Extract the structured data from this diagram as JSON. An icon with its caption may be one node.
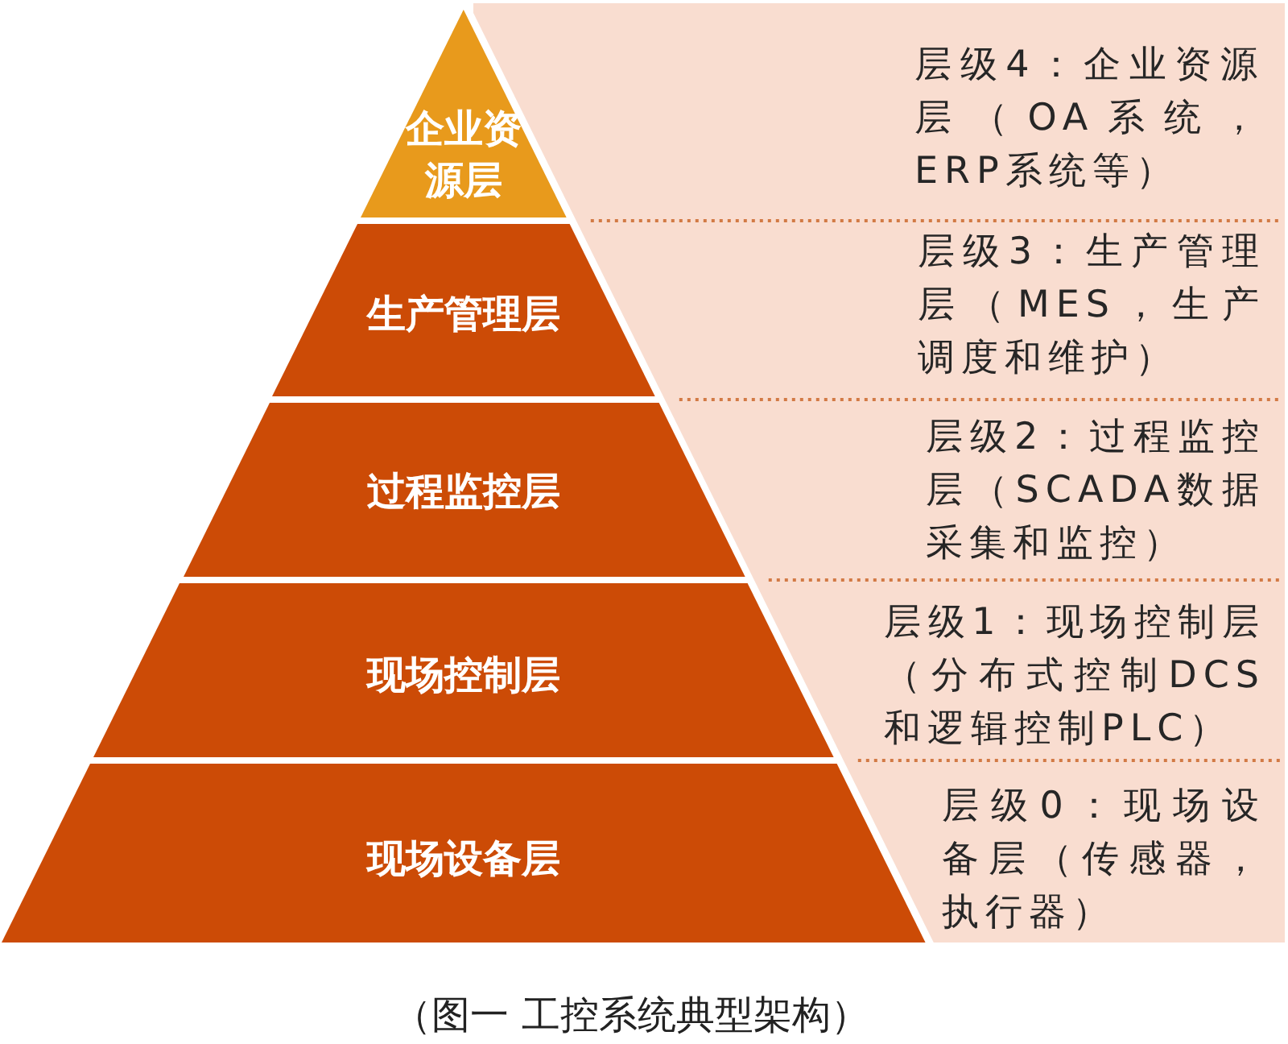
{
  "diagram": {
    "caption": "（图一 工控系统典型架构）",
    "nodes": [
      {
        "text": [
          "企业资源层"
        ]
      },
      {
        "text": [
          "生产管理层"
        ]
      },
      {
        "text": [
          "过程监控层"
        ]
      },
      {
        "text": [
          "现场控制层"
        ]
      },
      {
        "text": [
          "现场设备层"
        ]
      }
    ],
    "labels": [
      "层级4：企业资源层（OA系统，ERP系统等）",
      "层级3：生产管理层（MES，生产调度和维护）",
      "层级2：过程监控层（SCADA数据采集和监控）",
      "层级1：现场控制层（分布式控制DCS和逻辑控制PLC）",
      "层级0：现场设备层（传感器，执行器）"
    ]
  }
}
